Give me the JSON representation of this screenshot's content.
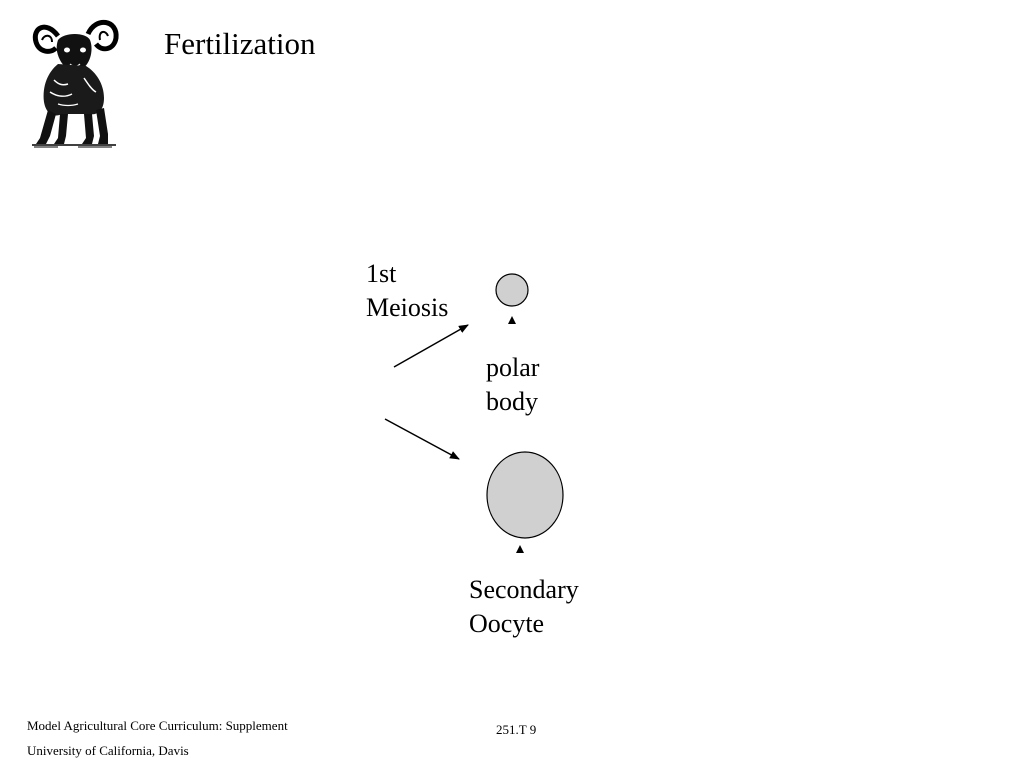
{
  "slide": {
    "title": "Fertilization"
  },
  "logo": {
    "icon": "ram-icon"
  },
  "diagram": {
    "meiosis_label": [
      "1st",
      "Meiosis"
    ],
    "polar_body_label": [
      "polar",
      "body"
    ],
    "oocyte_label": [
      "Secondary",
      "Oocyte"
    ],
    "colors": {
      "cell_fill": "#d0d0d0",
      "stroke": "#000000"
    }
  },
  "footer": {
    "line1": "Model Agricultural Core Curriculum:  Supplement",
    "line2": "University of California, Davis",
    "code": "251.T 9"
  }
}
